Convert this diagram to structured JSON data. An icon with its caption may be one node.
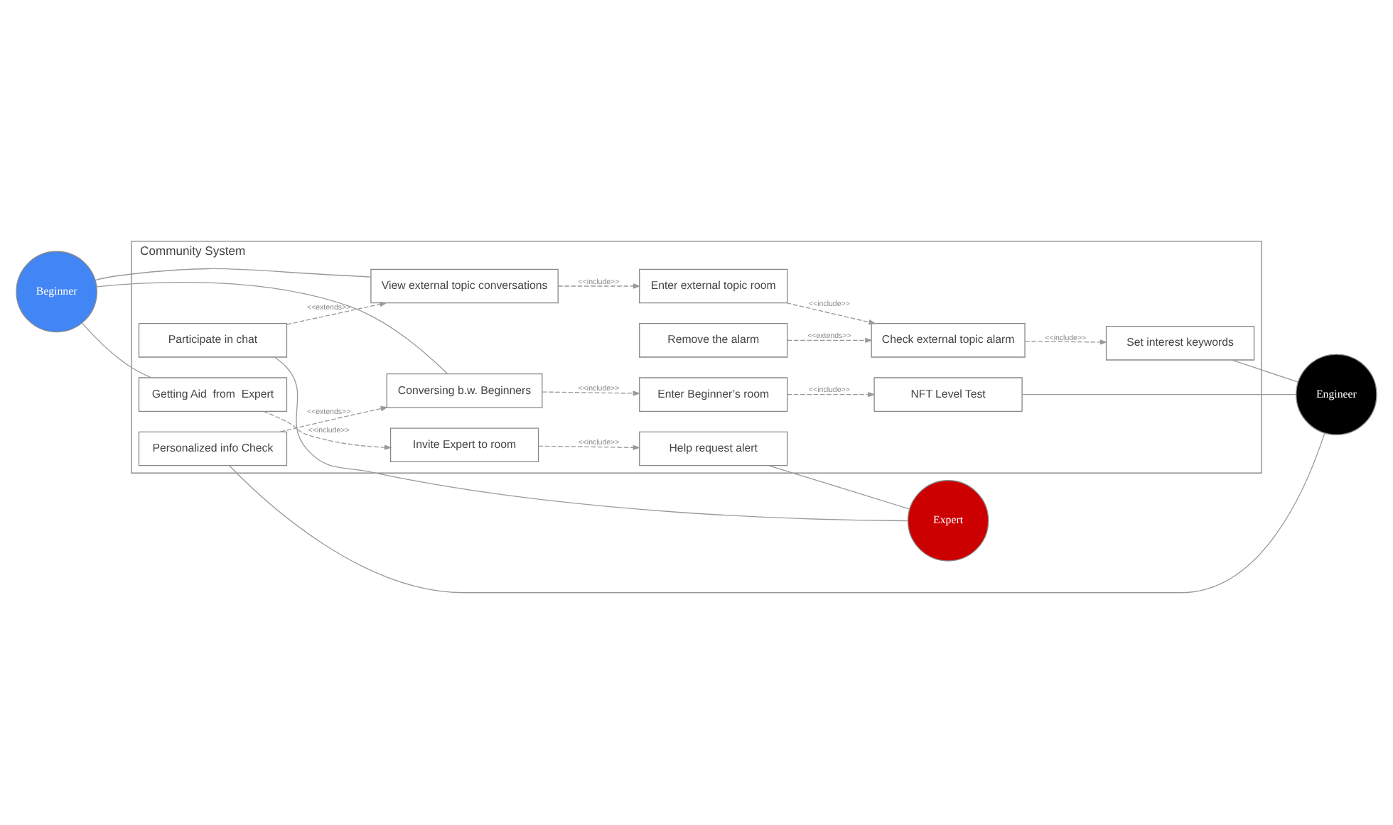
{
  "diagram": {
    "nodes": [
      {
        "text": [
          "Community System"
        ]
      },
      {
        "text": [
          "Conversing b.w. Beginners"
        ],
        "in": 0
      },
      {
        "text": [
          "Enter Beginner’s room"
        ],
        "in": 0
      },
      {
        "text": [
          "NFT Level Test"
        ],
        "in": 0
      },
      {
        "text": [
          "Personalized info Check"
        ],
        "in": 0
      },
      {
        "text": [
          "Set interest keywords"
        ],
        "in": 0
      },
      {
        "text": [
          "Enter external topic room"
        ],
        "in": 0
      },
      {
        "text": [
          "Check external topic alarm"
        ],
        "in": 0
      },
      {
        "text": [
          "View external topic conversations"
        ],
        "in": 0
      },
      {
        "text": [
          "Remove the alarm"
        ],
        "in": 0
      },
      {
        "text": [
          "Participate in chat"
        ],
        "in": 0
      },
      {
        "text": [
          "Getting Aid  from  Expert"
        ],
        "in": 0
      },
      {
        "text": [
          "Invite Expert to room"
        ],
        "in": 0
      },
      {
        "text": [
          "Help request alert"
        ],
        "in": 0
      },
      {
        "text": [
          "Beginner"
        ]
      },
      {
        "text": [
          "Engineer"
        ]
      },
      {
        "text": [
          "Expert"
        ]
      }
    ],
    "edges": [
      {
        "from": 14,
        "to": 1,
        "arrow": "none"
      },
      {
        "from": 14,
        "to": 8,
        "arrow": "none"
      },
      {
        "from": 14,
        "to": 11,
        "arrow": "none"
      },
      {
        "from": 1,
        "to": 2,
        "arrow": "to",
        "label": "<<include>>",
        "style": "dashed"
      },
      {
        "from": 2,
        "to": 3,
        "arrow": "to",
        "label": "<<include>>",
        "style": "dashed"
      },
      {
        "from": 4,
        "to": 1,
        "arrow": "to",
        "label": "<<extends>>",
        "style": "dashed"
      },
      {
        "from": 3,
        "to": 15,
        "arrow": "none"
      },
      {
        "from": 4,
        "to": 15,
        "arrow": "none"
      },
      {
        "from": 5,
        "to": 15,
        "arrow": "none"
      },
      {
        "from": 8,
        "to": 6,
        "arrow": "to",
        "label": "<<include>>",
        "style": "dashed"
      },
      {
        "from": 6,
        "to": 7,
        "arrow": "to",
        "label": "<<include>>",
        "style": "dashed"
      },
      {
        "from": 7,
        "to": 5,
        "arrow": "to",
        "label": "<<include>>",
        "style": "dashed"
      },
      {
        "from": 9,
        "to": 7,
        "arrow": "to",
        "label": "<<extends>>",
        "style": "dashed"
      },
      {
        "from": 10,
        "to": 8,
        "arrow": "to",
        "label": "<<extends>>",
        "style": "dashed"
      },
      {
        "from": 10,
        "to": 16,
        "arrow": "none"
      },
      {
        "from": 13,
        "to": 16,
        "arrow": "none"
      },
      {
        "from": 11,
        "to": 12,
        "arrow": "to",
        "label": "<<include>>",
        "style": "dashed"
      },
      {
        "from": 12,
        "to": 13,
        "arrow": "to",
        "label": "<<include>>",
        "style": "dashed"
      }
    ]
  }
}
